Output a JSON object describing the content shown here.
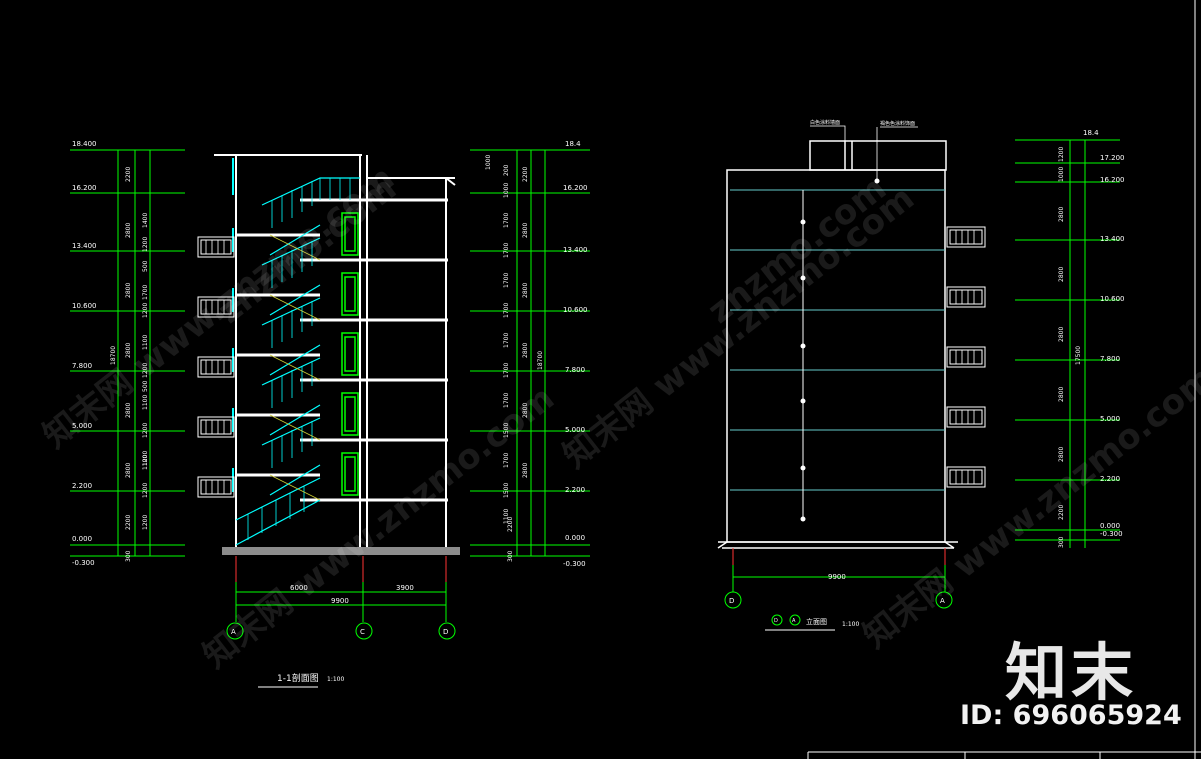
{
  "section_drawing": {
    "title": "1-1剖面图",
    "scale": "1:100",
    "left_levels": [
      "18.400",
      "16.200",
      "13.400",
      "10.600",
      "7.800",
      "5.000",
      "2.200",
      "0.000",
      "-0.300"
    ],
    "right_levels": [
      "18.4",
      "16.200",
      "13.400",
      "10.600",
      "7.800",
      "5.000",
      "2.200",
      "0.000",
      "-0.300"
    ],
    "left_dims_outer": [
      "2200",
      "2800",
      "2800",
      "2800",
      "2800",
      "2800",
      "2200",
      "300"
    ],
    "left_total": "18700",
    "left_dims_inner": [
      "1400",
      "1200",
      "500",
      "1200",
      "1700",
      "1200",
      "1100",
      "1200",
      "500",
      "1200",
      "1100",
      "1200",
      "1100",
      "1200"
    ],
    "right_dims_inner": [
      "1000",
      "200",
      "1000",
      "1700",
      "1700",
      "1700",
      "1700",
      "1700",
      "1700",
      "1700",
      "1500",
      "1700",
      "1500",
      "1100"
    ],
    "right_dims_outer": [
      "2200",
      "2800",
      "2800",
      "2800",
      "2800",
      "2800",
      "2200",
      "300"
    ],
    "right_total": "18700",
    "bottom_dims": [
      "6000",
      "3900"
    ],
    "bottom_total": "9900",
    "axes": [
      "A",
      "C",
      "D"
    ]
  },
  "elevation_drawing": {
    "title_axis_a": "D",
    "title_axis_b": "A",
    "title": "立面图",
    "scale": "1:100",
    "note_1": "白色涂料墙面",
    "note_2": "褐色色涂料饰面",
    "right_levels": [
      "18.4",
      "17.200",
      "16.200",
      "13.400",
      "10.600",
      "7.800",
      "5.000",
      "2.200",
      "0.000",
      "-0.300"
    ],
    "right_dims": [
      "1200",
      "1000",
      "2800",
      "2800",
      "2800",
      "2800",
      "2800",
      "2200",
      "300"
    ],
    "right_total": "17500",
    "bottom_total": "9900",
    "axes": [
      "D",
      "A"
    ]
  },
  "watermarks": [
    "知末网 www.znzmo.com",
    "知末网 www.znzmo.com",
    "知末网 www.znzmo.com",
    "znzmo.com",
    "知末网 www.znzmo.com",
    "znzmo.com"
  ],
  "brand": {
    "name": "知末",
    "id": "ID: 696065924"
  },
  "colors": {
    "background": "#000000",
    "dimension": "#00ff00",
    "wall": "#ffffff",
    "stair": "#00ffff",
    "window": "#00ff00",
    "red_mark": "#ff3333",
    "floor_line": "#66cccc"
  }
}
